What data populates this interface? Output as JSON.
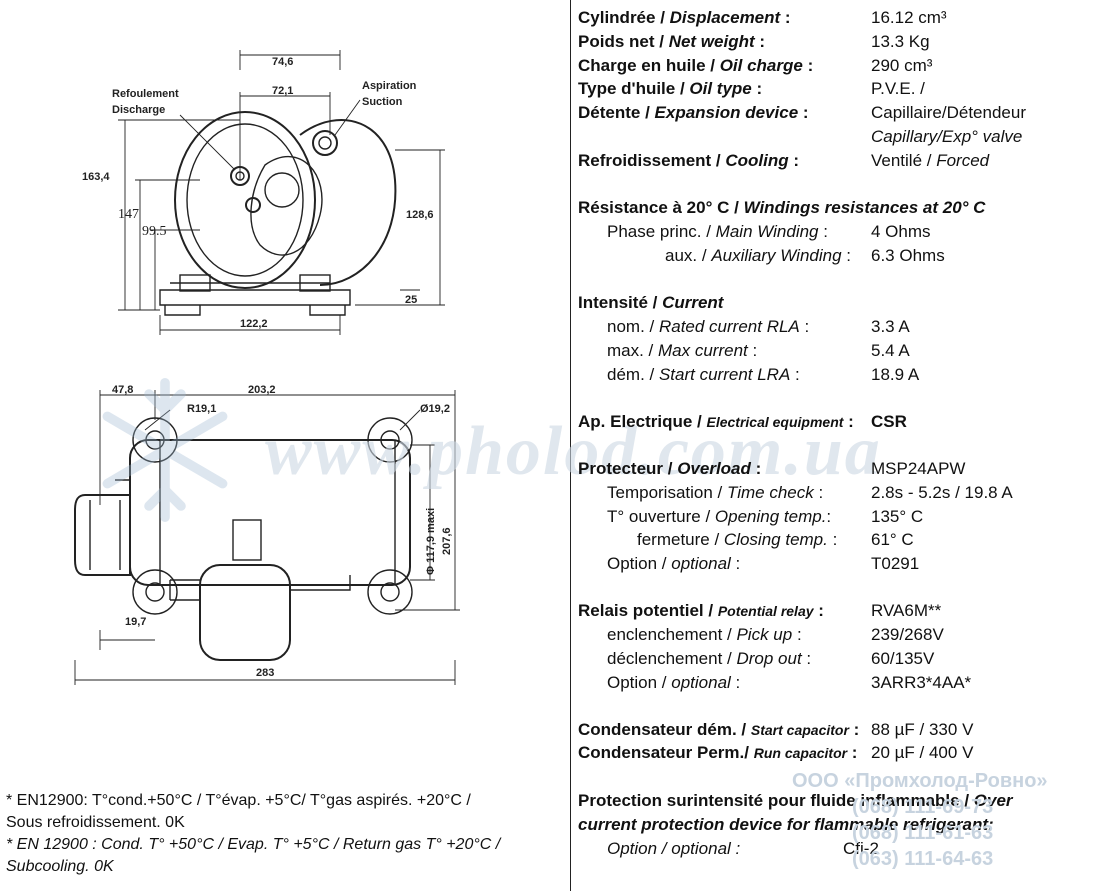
{
  "drawing_labels": {
    "discharge_fr": "Refoulement",
    "discharge_en": "Discharge",
    "suction_fr": "Aspiration",
    "suction_en": "Suction",
    "d_74_6": "74,6",
    "d_72_1": "72,1",
    "d_163_4": "163,4",
    "d_147": "147",
    "d_99_5": "99.5",
    "d_128_6": "128,6",
    "d_25": "25",
    "d_122_2": "122,2",
    "d_47_8": "47,8",
    "d_203_2": "203,2",
    "d_r19_1": "R19,1",
    "d_phi19_2": "Ø19,2",
    "d_117_9": "Φ 117,9 maxi",
    "d_207_6": "207,6",
    "d_19_7": "19,7",
    "d_283": "283"
  },
  "notes": {
    "line1": "* EN12900: T°cond.+50°C / T°évap. +5°C/ T°gas aspirés. +20°C /",
    "line2": "Sous refroidissement. 0K",
    "line3": "* EN 12900 : Cond. T° +50°C / Evap. T° +5°C / Return gas T° +20°C /",
    "line4": "Subcooling. 0K"
  },
  "watermark": {
    "text": "www.pholod.com.ua",
    "company": "ООО «Промхолод-Ровно»",
    "phone1": "(068) 111-69-73",
    "phone2": "(068) 111-61-63",
    "phone3": "(063) 111-64-63"
  },
  "specs": {
    "displacement": {
      "label_fr": "Cylindrée / ",
      "label_en": "Displacement",
      "colon": " :",
      "value": "16.12 cm³"
    },
    "weight": {
      "label_fr": "Poids net / ",
      "label_en": "Net weight",
      "colon": " :",
      "value": "13.3 Kg"
    },
    "oil_charge": {
      "label_fr": "Charge en huile / ",
      "label_en": "Oil charge",
      "colon": " :",
      "value": "290 cm³"
    },
    "oil_type": {
      "label_fr": "Type d'huile / ",
      "label_en": "Oil type",
      "colon": " :",
      "value": "P.V.E. /"
    },
    "expansion": {
      "label_fr": "Détente / ",
      "label_en": "Expansion device",
      "colon": " :",
      "value": "Capillaire/Détendeur",
      "value2": "Capillary/Exp° valve"
    },
    "cooling": {
      "label_fr": "Refroidissement / ",
      "label_en": "Cooling",
      "colon": " :",
      "value_fr": "Ventilé / ",
      "value_en": "Forced"
    },
    "resistance": {
      "title_fr": "Résistance à 20° C / ",
      "title_en": "Windings resistances at 20° C",
      "main_prefix": "Phase  princ. / ",
      "main_label": "Main Winding",
      "main_colon": " :",
      "main_value": "4 Ohms",
      "aux_prefix": "aux. / ",
      "aux_label": "Auxiliary Winding",
      "aux_colon": " :",
      "aux_value": "6.3 Ohms"
    },
    "current": {
      "title_fr": "Intensité / ",
      "title_en": "Current",
      "nom_prefix": "nom. / ",
      "nom_label": "Rated current RLA",
      "nom_colon": " :",
      "nom_value": "3.3 A",
      "max_prefix": "max. / ",
      "max_label": "Max current",
      "max_colon": "  :",
      "max_value": "5.4 A",
      "start_prefix": "dém. / ",
      "start_label": "Start current LRA",
      "start_colon": " :",
      "start_value": "18.9 A"
    },
    "electrical": {
      "label_fr": "Ap. Electrique / ",
      "label_en": "Electrical equipment",
      "colon": " :",
      "value": "CSR"
    },
    "overload": {
      "label_fr": "Protecteur / ",
      "label_en": "Overload",
      "colon": " :",
      "value": "MSP24APW",
      "time_prefix": "Temporisation / ",
      "time_label": "Time check",
      "time_colon": " :",
      "time_value": "2.8s - 5.2s / 19.8 A",
      "open_prefix": "T°  ouverture / ",
      "open_label": "Opening temp.",
      "open_colon": ":",
      "open_value": "135° C",
      "close_prefix": "fermeture / ",
      "close_label": "Closing temp.",
      "close_colon": " :",
      "close_value": "61° C",
      "opt_prefix": "Option / ",
      "opt_label": "optional",
      "opt_colon": " :",
      "opt_value": "T0291"
    },
    "relay": {
      "label_fr": "Relais potentiel / ",
      "label_en": "Potential relay",
      "colon": " :",
      "value": "RVA6M**",
      "pick_prefix": "enclenchement / ",
      "pick_label": "Pick up",
      "pick_colon": " :",
      "pick_value": "239/268V",
      "drop_prefix": "déclenchement / ",
      "drop_label": "Drop out",
      "drop_colon": " :",
      "drop_value": "60/135V",
      "opt_prefix": "Option / ",
      "opt_label": "optional",
      "opt_colon": " :",
      "opt_value": "3ARR3*4AA*"
    },
    "start_cap": {
      "label_fr": "Condensateur dém. / ",
      "label_en": "Start capacitor",
      "colon": " :",
      "value": "88 µF / 330 V"
    },
    "run_cap": {
      "label_fr": "Condensateur Perm./ ",
      "label_en": "Run capacitor",
      "colon": " :",
      "value": "20 µF / 400 V"
    },
    "protection": {
      "line1_fr": "Protection surintensité pour fluide inflammable / ",
      "line1_en": "Over",
      "line2_en": "current  protection device for flammable refrigerant:",
      "opt_prefix": "Option / ",
      "opt_label": "optional",
      "opt_colon": " :",
      "opt_value": "Cfi-2"
    }
  }
}
